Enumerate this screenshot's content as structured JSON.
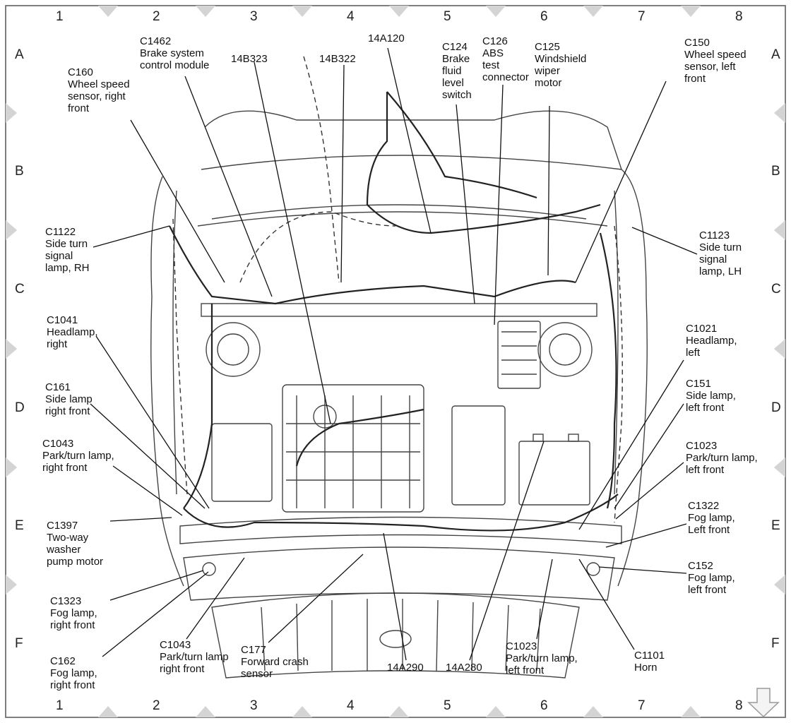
{
  "grid": {
    "cols": [
      "1",
      "2",
      "3",
      "4",
      "5",
      "6",
      "7",
      "8"
    ],
    "rows": [
      "A",
      "B",
      "C",
      "D",
      "E",
      "F"
    ]
  },
  "labels": [
    {
      "id": "c1462",
      "text": "C1462\nBrake system\ncontrol module"
    },
    {
      "id": "14b323",
      "text": "14B323"
    },
    {
      "id": "14b322",
      "text": "14B322"
    },
    {
      "id": "14a120",
      "text": "14A120"
    },
    {
      "id": "c124",
      "text": "C124\nBrake\nfluid\nlevel\nswitch"
    },
    {
      "id": "c126",
      "text": "C126\nABS\ntest\nconnector"
    },
    {
      "id": "c125",
      "text": "C125\nWindshield\nwiper\nmotor"
    },
    {
      "id": "c150",
      "text": "C150\nWheel speed\nsensor, left\nfront"
    },
    {
      "id": "c160",
      "text": "C160\nWheel speed\nsensor, right\nfront"
    },
    {
      "id": "c1122",
      "text": "C1122\nSide turn\nsignal\nlamp, RH"
    },
    {
      "id": "c1123",
      "text": "C1123\nSide turn\nsignal\nlamp, LH"
    },
    {
      "id": "c1041",
      "text": "C1041\nHeadlamp,\nright"
    },
    {
      "id": "c1021",
      "text": "C1021\nHeadlamp,\nleft"
    },
    {
      "id": "c161",
      "text": "C161\nSide lamp\nright front"
    },
    {
      "id": "c151",
      "text": "C151\nSide lamp,\nleft front"
    },
    {
      "id": "c1043a",
      "text": "C1043\nPark/turn lamp,\nright front"
    },
    {
      "id": "c1023a",
      "text": "C1023\nPark/turn lamp,\nleft front"
    },
    {
      "id": "c1397",
      "text": "C1397\nTwo-way\nwasher\npump motor"
    },
    {
      "id": "c1322",
      "text": "C1322\nFog lamp,\nLeft front"
    },
    {
      "id": "c1323",
      "text": "C1323\nFog lamp,\nright front"
    },
    {
      "id": "c152",
      "text": "C152\nFog lamp,\nleft front"
    },
    {
      "id": "c162",
      "text": "C162\nFog lamp,\nright front"
    },
    {
      "id": "c1043b",
      "text": "C1043\nPark/turn lamp\nright front"
    },
    {
      "id": "c177",
      "text": "C177\nForward crash\nsensor"
    },
    {
      "id": "14a290",
      "text": "14A290"
    },
    {
      "id": "14a280",
      "text": "14A280"
    },
    {
      "id": "c1023b",
      "text": "C1023\nPark/turn lamp,\nleft front"
    },
    {
      "id": "c1101",
      "text": "C1101\nHorn"
    }
  ],
  "icons": {
    "next_page": "down-arrow-icon"
  }
}
